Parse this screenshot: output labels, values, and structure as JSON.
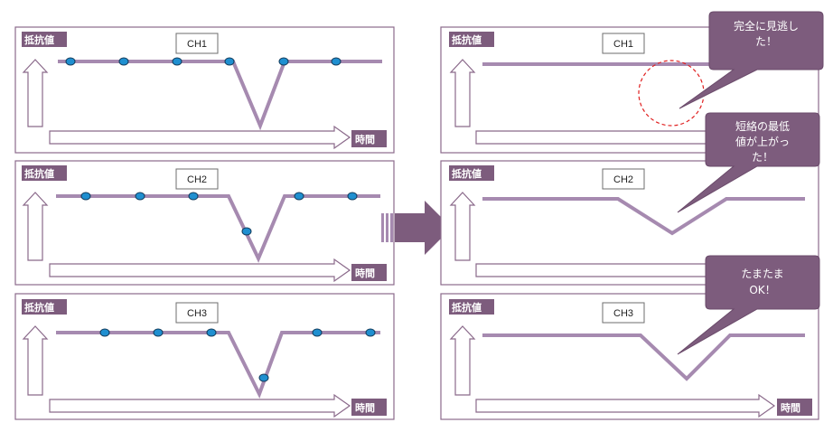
{
  "labels": {
    "resistance": "抵抗値",
    "time": "時間"
  },
  "panels": [
    {
      "id": "left-ch1",
      "channel": "CH1"
    },
    {
      "id": "left-ch2",
      "channel": "CH2"
    },
    {
      "id": "left-ch3",
      "channel": "CH3"
    },
    {
      "id": "right-ch1",
      "channel": "CH1"
    },
    {
      "id": "right-ch2",
      "channel": "CH2"
    },
    {
      "id": "right-ch3",
      "channel": "CH3"
    }
  ],
  "callouts": {
    "ch1": [
      "完全に見逃し",
      "た！"
    ],
    "ch2": [
      "短絡の最低",
      "値が上がっ",
      "た！"
    ],
    "ch3": [
      "たまたま",
      "OK！"
    ]
  },
  "colors": {
    "accent": "#7d5c7d",
    "signal": "#a68ab0",
    "sample_dot": "#1f8fd0",
    "miss_circle": "#e02020"
  }
}
